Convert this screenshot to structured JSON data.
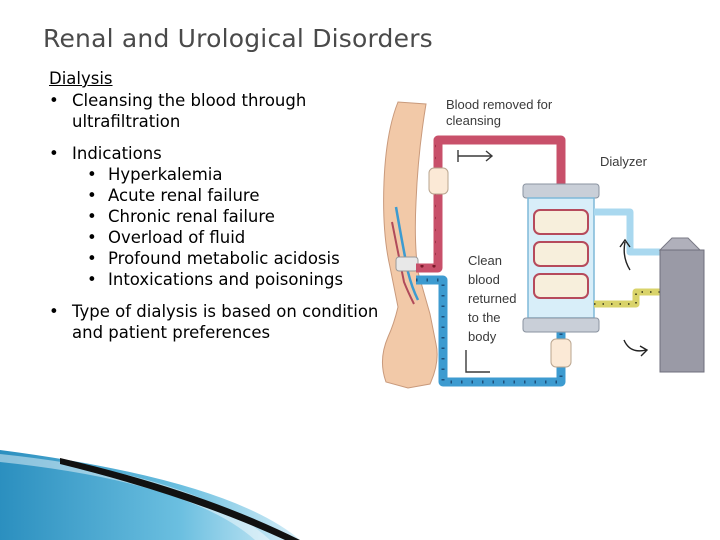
{
  "slide": {
    "title": "Renal and Urological Disorders",
    "heading": "Dialysis",
    "bullet_1": "Cleansing the blood through ultrafiltration",
    "bullet_2": "Indications",
    "indications": [
      "Hyperkalemia",
      "Acute renal failure",
      "Chronic renal failure",
      "Overload of fluid",
      "Profound metabolic acidosis",
      "Intoxications and poisonings"
    ],
    "bullet_3": "Type of dialysis is based on condition and patient preferences",
    "bullet_char": "•"
  },
  "diagram": {
    "label_blood_removed_1": "Blood removed for",
    "label_blood_removed_2": "cleansing",
    "label_dialyzer": "Dialyzer",
    "label_clean_1": "Clean",
    "label_clean_2": "blood",
    "label_clean_3": "returned",
    "label_clean_4": "to the",
    "label_clean_5": "body"
  },
  "colors": {
    "title": "#4a4a4a",
    "red_tube": "#c8506a",
    "blue_tube": "#3d9bd0",
    "yellow_tube": "#d9d36a",
    "light_blue_tube": "#a9d8ef",
    "skin": "#f2c9a8",
    "machine": "#9a9aa6",
    "swoosh_blue": "#2b8fbf",
    "swoosh_black": "#111111"
  }
}
